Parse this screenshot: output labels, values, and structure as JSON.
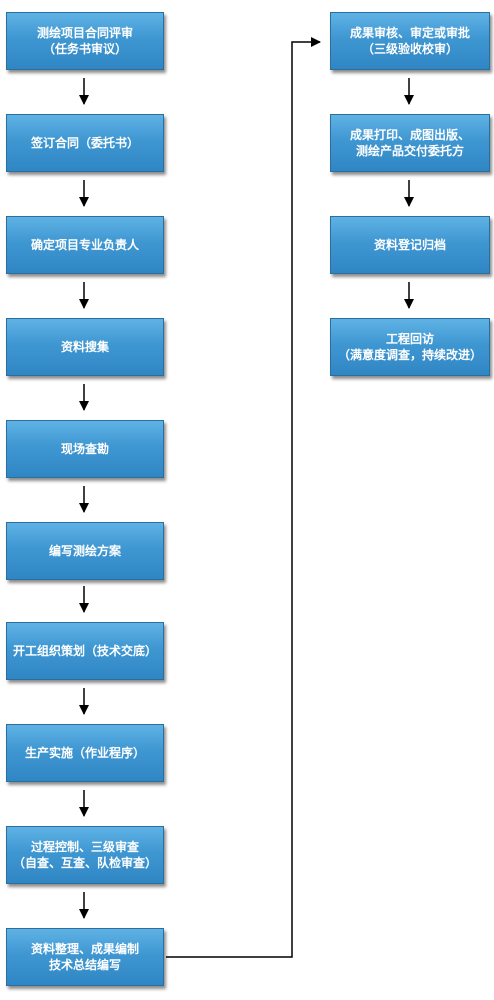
{
  "left_steps": [
    {
      "line1": "测绘项目合同评审",
      "line2": "（任务书审议）"
    },
    {
      "line1": "签订合同（委托书）",
      "line2": ""
    },
    {
      "line1": "确定项目专业负责人",
      "line2": ""
    },
    {
      "line1": "资料搜集",
      "line2": ""
    },
    {
      "line1": "现场查勘",
      "line2": ""
    },
    {
      "line1": "编写测绘方案",
      "line2": ""
    },
    {
      "line1": "开工组织策划（技术交底）",
      "line2": ""
    },
    {
      "line1": "生产实施（作业程序）",
      "line2": ""
    },
    {
      "line1": "过程控制、三级审查",
      "line2": "（自查、互查、队检审查）"
    },
    {
      "line1": "资料整理、成果编制",
      "line2": "技术总结编写"
    }
  ],
  "right_steps": [
    {
      "line1": "成果审核、审定或审批",
      "line2": "（三级验收校审）"
    },
    {
      "line1": "成果打印、成图出版、",
      "line2": "测绘产品交付委托方"
    },
    {
      "line1": "资料登记归档",
      "line2": ""
    },
    {
      "line1": "工程回访",
      "line2": "（满意度调查，持续改进）"
    }
  ],
  "colors": {
    "box_top": "#5fb2e4",
    "box_bottom": "#2f86c4",
    "arrow": "#000000"
  }
}
